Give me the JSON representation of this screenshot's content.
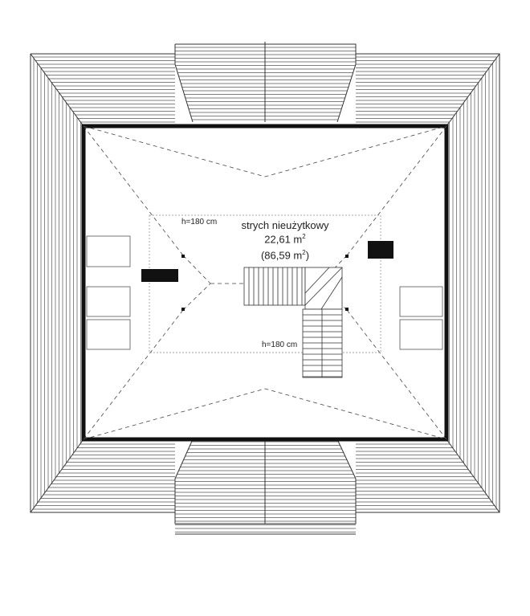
{
  "room": {
    "name": "strych nieużytkowy",
    "area_value": "22,61 m",
    "area_sup": "2",
    "area2_value": "(86,59 m",
    "area2_sup": "2",
    "area2_close": ")"
  },
  "heights": {
    "upper": "h=180 cm",
    "lower": "h=180 cm"
  },
  "colors": {
    "wall": "#111111",
    "line": "#444444",
    "background": "#ffffff"
  }
}
